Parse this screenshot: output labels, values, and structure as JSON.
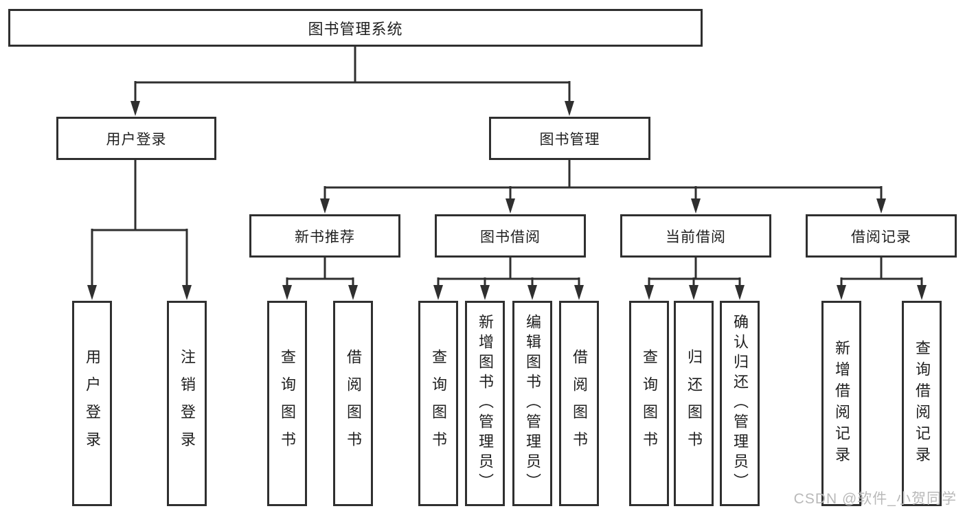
{
  "diagram": {
    "tree": {
      "label": "图书管理系统",
      "children": [
        {
          "label": "用户登录",
          "children": [
            {
              "label": "用户登录"
            },
            {
              "label": "注销登录"
            }
          ]
        },
        {
          "label": "图书管理",
          "children": [
            {
              "label": "新书推荐",
              "children": [
                {
                  "label": "查询图书"
                },
                {
                  "label": "借阅图书"
                }
              ]
            },
            {
              "label": "图书借阅",
              "children": [
                {
                  "label": "查询图书"
                },
                {
                  "label": "新增图书（管理员）"
                },
                {
                  "label": "编辑图书（管理员）"
                },
                {
                  "label": "借阅图书"
                }
              ]
            },
            {
              "label": "当前借阅",
              "children": [
                {
                  "label": "查询图书"
                },
                {
                  "label": "归还图书"
                },
                {
                  "label": "确认归还（管理员）"
                }
              ]
            },
            {
              "label": "借阅记录",
              "children": [
                {
                  "label": "新增借阅记录"
                },
                {
                  "label": "查询借阅记录"
                }
              ]
            }
          ]
        }
      ]
    },
    "watermark": "CSDN @软件_小贺同学"
  },
  "colors": {
    "line": "#2f2f2f",
    "text": "#1f1f1f",
    "background": "#ffffff",
    "watermark": "#b9b9b9"
  }
}
